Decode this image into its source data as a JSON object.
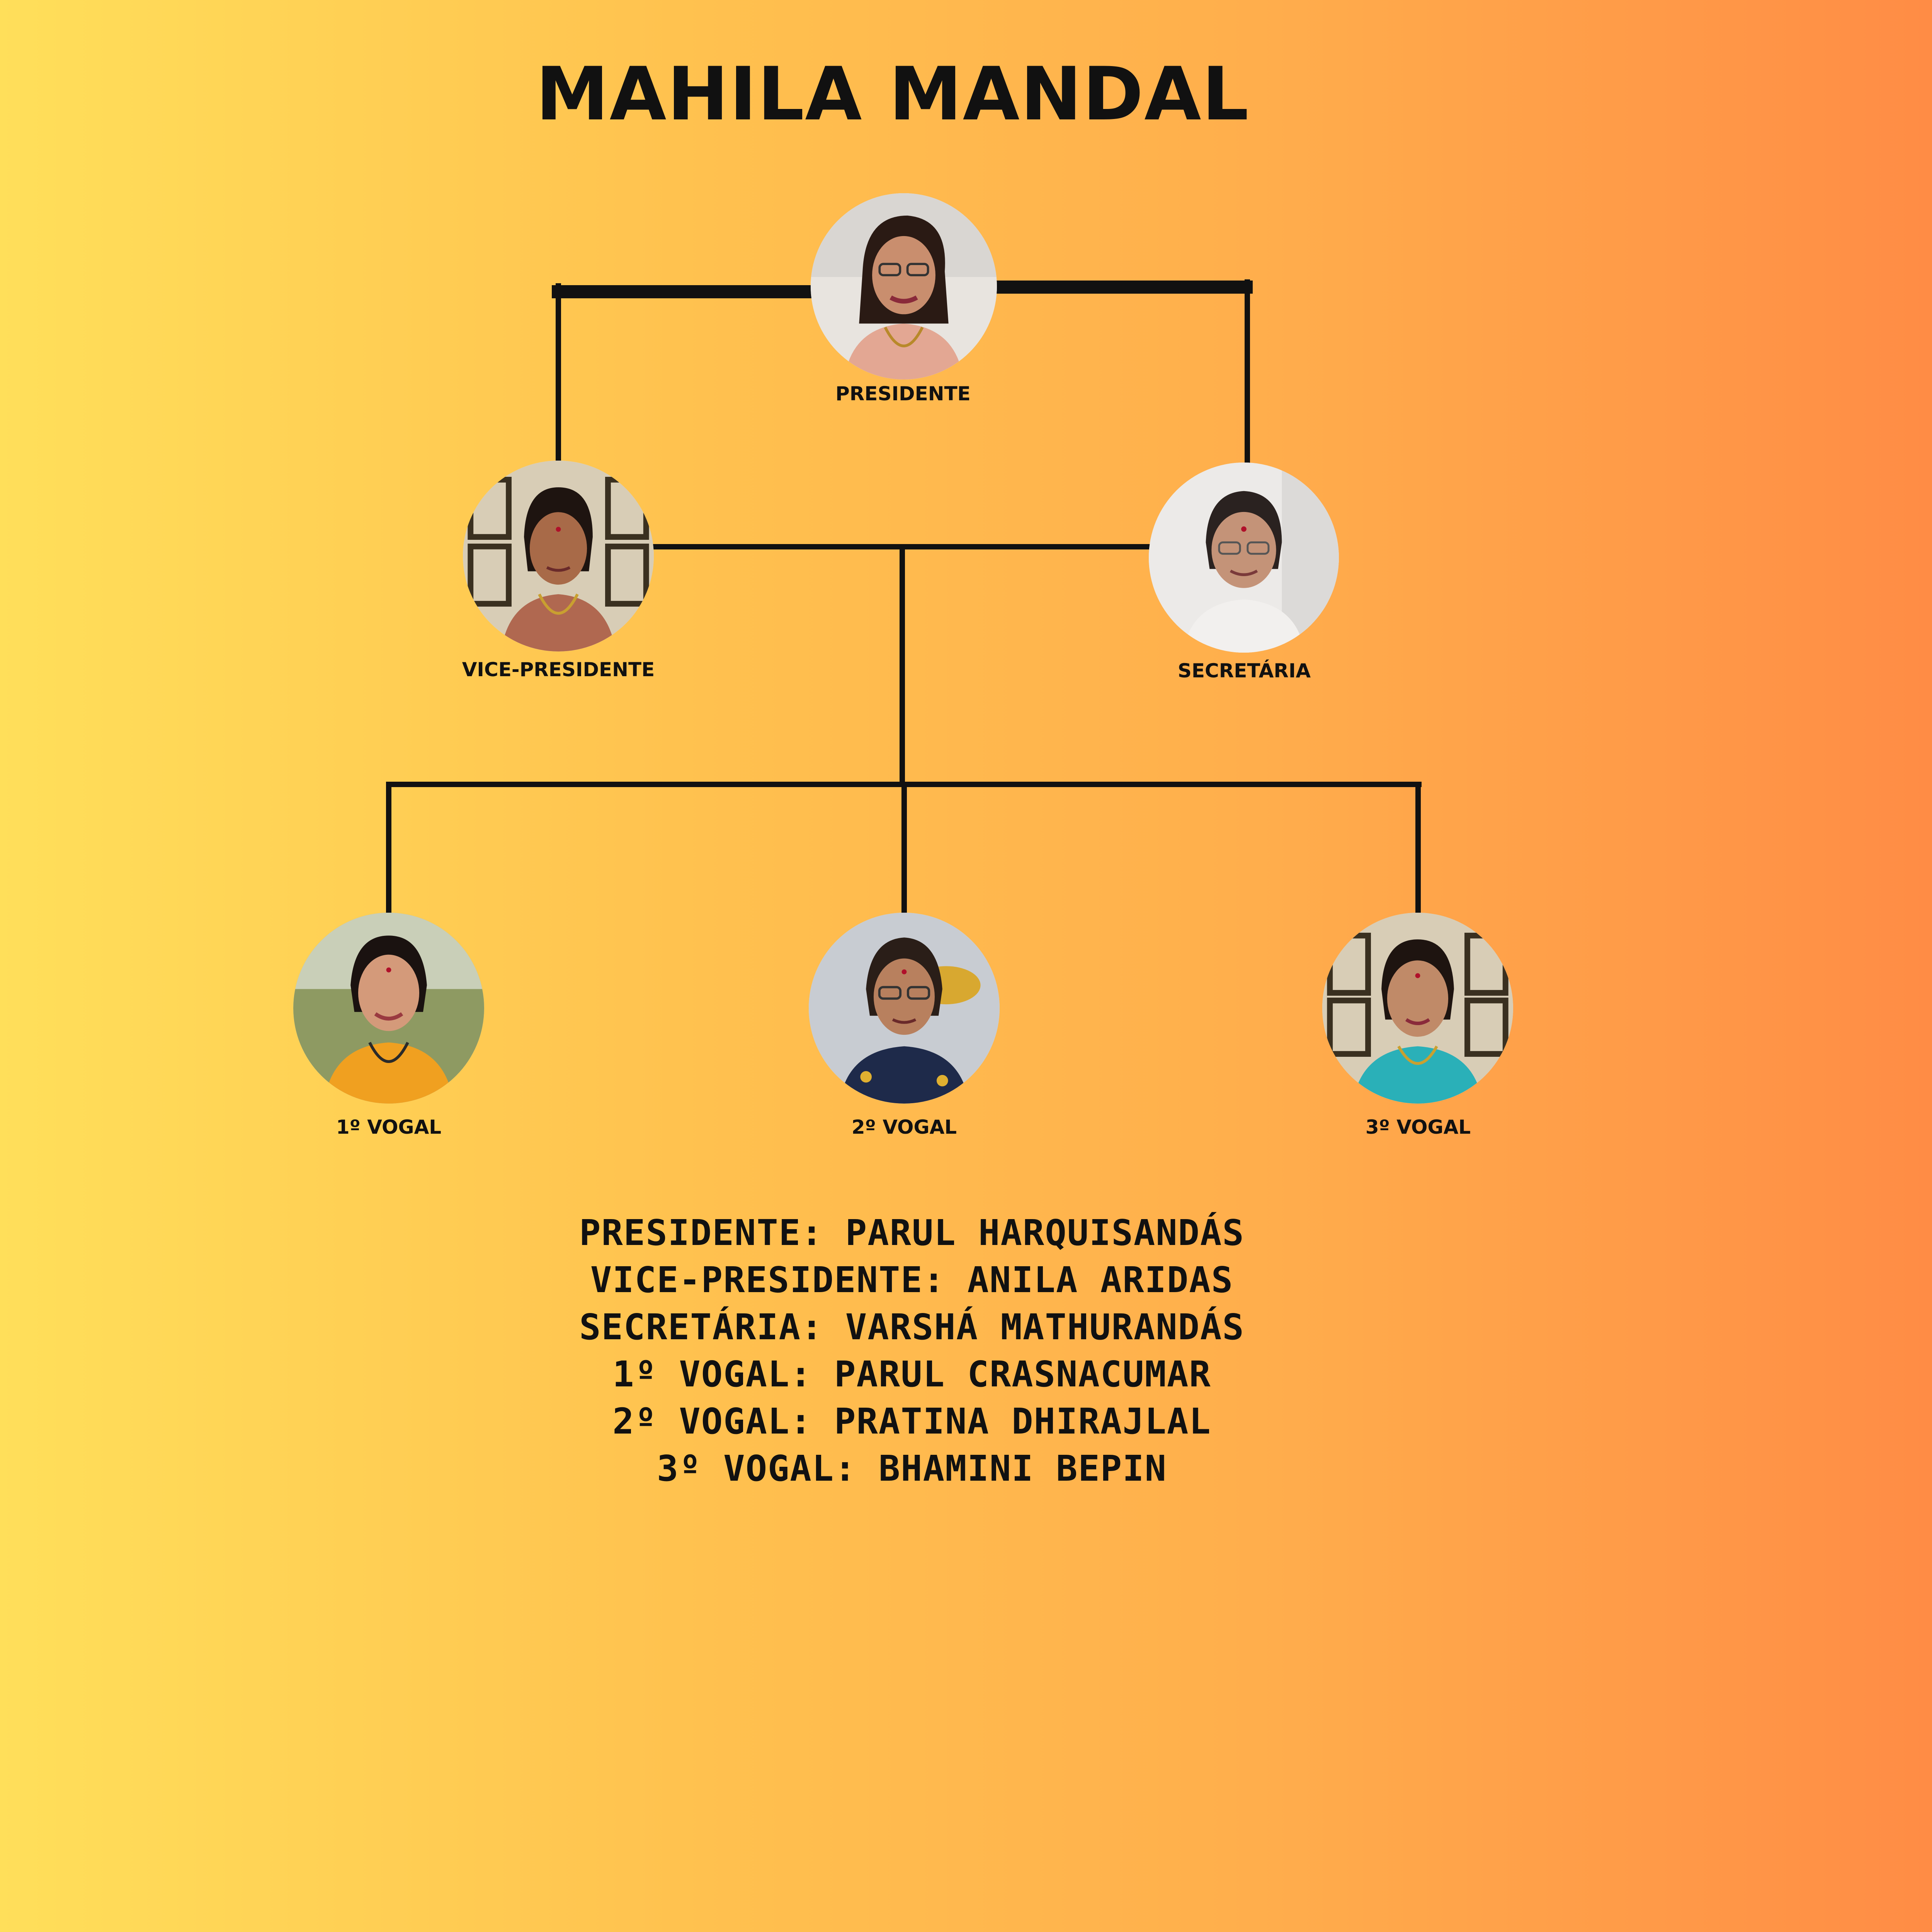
{
  "title": "MAHILA MANDAL",
  "members": [
    {
      "role": "PRESIDENTE",
      "photo_icon": "woman-portrait-icon"
    },
    {
      "role": "VICE-PRESIDENTE",
      "photo_icon": "woman-portrait-icon"
    },
    {
      "role": "SECRETÁRIA",
      "photo_icon": "woman-portrait-icon"
    },
    {
      "role": "1º VOGAL",
      "photo_icon": "woman-portrait-icon"
    },
    {
      "role": "2º VOGAL",
      "photo_icon": "woman-portrait-icon"
    },
    {
      "role": "3º VOGAL",
      "photo_icon": "woman-portrait-icon"
    }
  ],
  "names_list": [
    "Presidente: Parul Harquisandás",
    "Vice-Presidente: Anila Aridas",
    "Secretária: Varshá Mathurandás",
    "1º Vogal: Parul Crasnacumar",
    "2º Vogal: Pratina Dhirajlal",
    "3º Vogal: Bhamini Bepin"
  ],
  "colors": {
    "background_left": "#ffdf5a",
    "background_right": "#ff8c45",
    "line": "#111111",
    "text": "#111111"
  }
}
